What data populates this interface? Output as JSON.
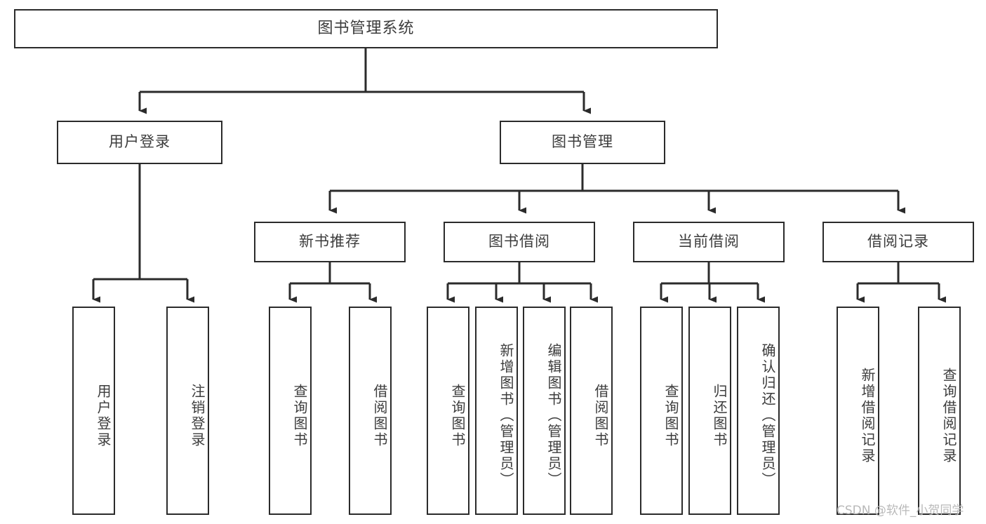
{
  "diagram": {
    "title": "图书管理系统",
    "type": "tree",
    "orientation": "top-down",
    "colors": {
      "box_border": "#2b2b2b",
      "box_fill": "#ffffff",
      "text": "#3c3c3c",
      "edge": "#2b2b2b",
      "watermark": "#b9b9b9",
      "background": "#ffffff"
    }
  },
  "root": {
    "label": "图书管理系统"
  },
  "level2": [
    {
      "label": "用户登录"
    },
    {
      "label": "图书管理"
    }
  ],
  "level3": [
    {
      "label": "新书推荐"
    },
    {
      "label": "图书借阅"
    },
    {
      "label": "当前借阅"
    },
    {
      "label": "借阅记录"
    }
  ],
  "leaves": {
    "user_login": [
      {
        "label": "用户登录"
      },
      {
        "label": "注销登录"
      }
    ],
    "new_book_recommend": [
      {
        "label": "查询图书"
      },
      {
        "label": "借阅图书"
      }
    ],
    "book_borrow": [
      {
        "label": "查询图书"
      },
      {
        "label": "新增图书（管理员）"
      },
      {
        "label": "编辑图书（管理员）"
      },
      {
        "label": "借阅图书"
      }
    ],
    "current_borrow": [
      {
        "label": "查询图书"
      },
      {
        "label": "归还图书"
      },
      {
        "label": "确认归还（管理员）"
      }
    ],
    "borrow_record": [
      {
        "label": "新增借阅记录"
      },
      {
        "label": "查询借阅记录"
      }
    ]
  },
  "watermark": {
    "text": "CSDN @软件_小贺同学"
  }
}
